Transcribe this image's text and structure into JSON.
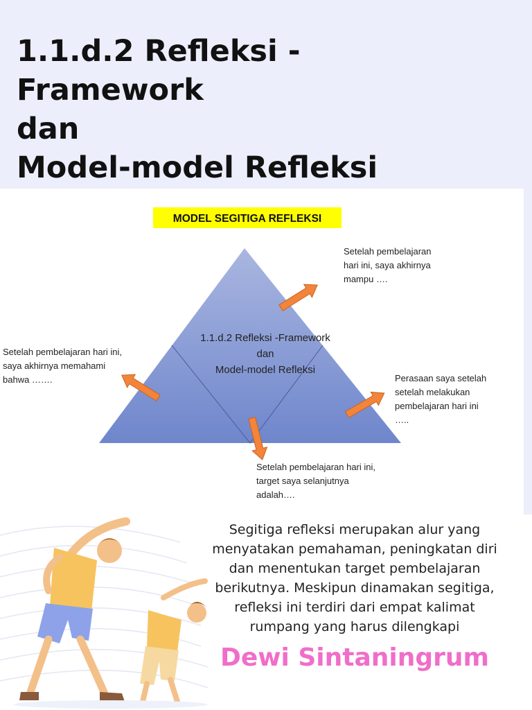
{
  "title": {
    "lines": [
      "1.1.d.2 Refleksi -",
      "Framework",
      "dan",
      "Model-model Refleksi"
    ]
  },
  "slide": {
    "heading": "MODEL SEGITIGA REFLEKSI",
    "center_text": [
      "1.1.d.2 Refleksi -Framework",
      "dan",
      "Model-model Refleksi"
    ],
    "prompt_top_right": [
      "Setelah pembelajaran",
      "hari ini, saya akhirnya",
      "mampu …."
    ],
    "prompt_left": [
      "Setelah pembelajaran hari ini,",
      "saya akhirnya memahami",
      "bahwa ……."
    ],
    "prompt_right": [
      "Perasaan saya setelah",
      "setelah melakukan",
      "pembelajaran hari ini",
      "….."
    ],
    "prompt_bottom": [
      "Setelah pembelajaran hari ini,",
      "target saya selanjutnya",
      "adalah…."
    ]
  },
  "description": {
    "lines": [
      "Segitiga refleksi merupakan alur yang",
      "menyatakan pemahaman, peningkatan diri",
      "dan menentukan target pembelajaran",
      "berikutnya. Meskipun dinamakan segitiga,",
      "refleksi ini terdiri dari empat kalimat",
      "rumpang yang harus dilengkapi"
    ]
  },
  "author": "Dewi Sintaningrum",
  "colors": {
    "background": "#eceefb",
    "heading_highlight": "#ffff00",
    "triangle_top": "#a9b6e0",
    "triangle_bottom": "#6f86cc",
    "arrow": "#f2843b",
    "author": "#f06ec9"
  }
}
